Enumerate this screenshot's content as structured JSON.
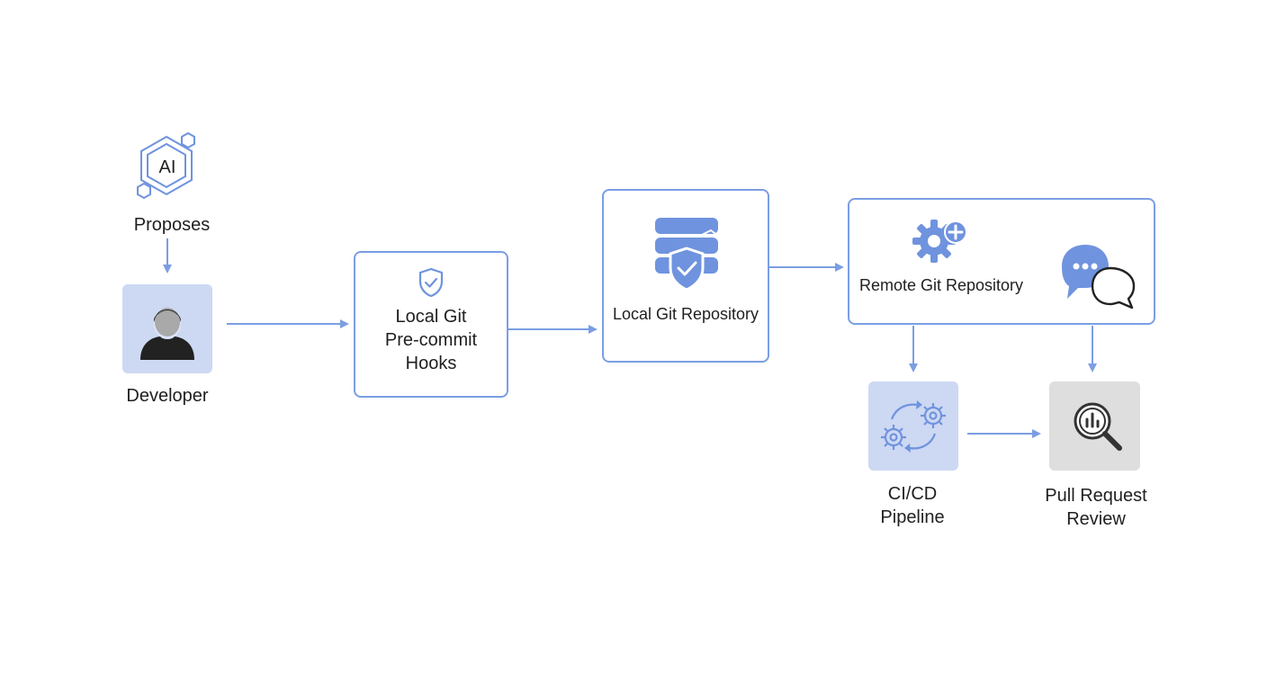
{
  "ai": {
    "badge": "AI",
    "label": "Proposes"
  },
  "developer": {
    "label": "Developer",
    "icon": "user-icon"
  },
  "hooks": {
    "label_lines": [
      "Local Git",
      "Pre-commit",
      "Hooks"
    ],
    "icon": "shield-check-icon"
  },
  "local_repo": {
    "label": "Local Git Repository",
    "icon": "database-shield-icon"
  },
  "remote_repo": {
    "label": "Remote Git Repository",
    "icons": [
      "gear-plus-icon",
      "chat-bubbles-icon"
    ]
  },
  "cicd": {
    "label_lines": [
      "CI/CD",
      "Pipeline"
    ],
    "icon": "gears-cycle-icon"
  },
  "pr_review": {
    "label_lines": [
      "Pull Request",
      "Review"
    ],
    "icon": "magnifier-chart-icon"
  },
  "colors": {
    "accent": "#6f93de",
    "line": "#7b9ee3",
    "tile_blue": "#cdd8f3",
    "tile_gray": "#dedede",
    "text": "#1f1f1f"
  }
}
